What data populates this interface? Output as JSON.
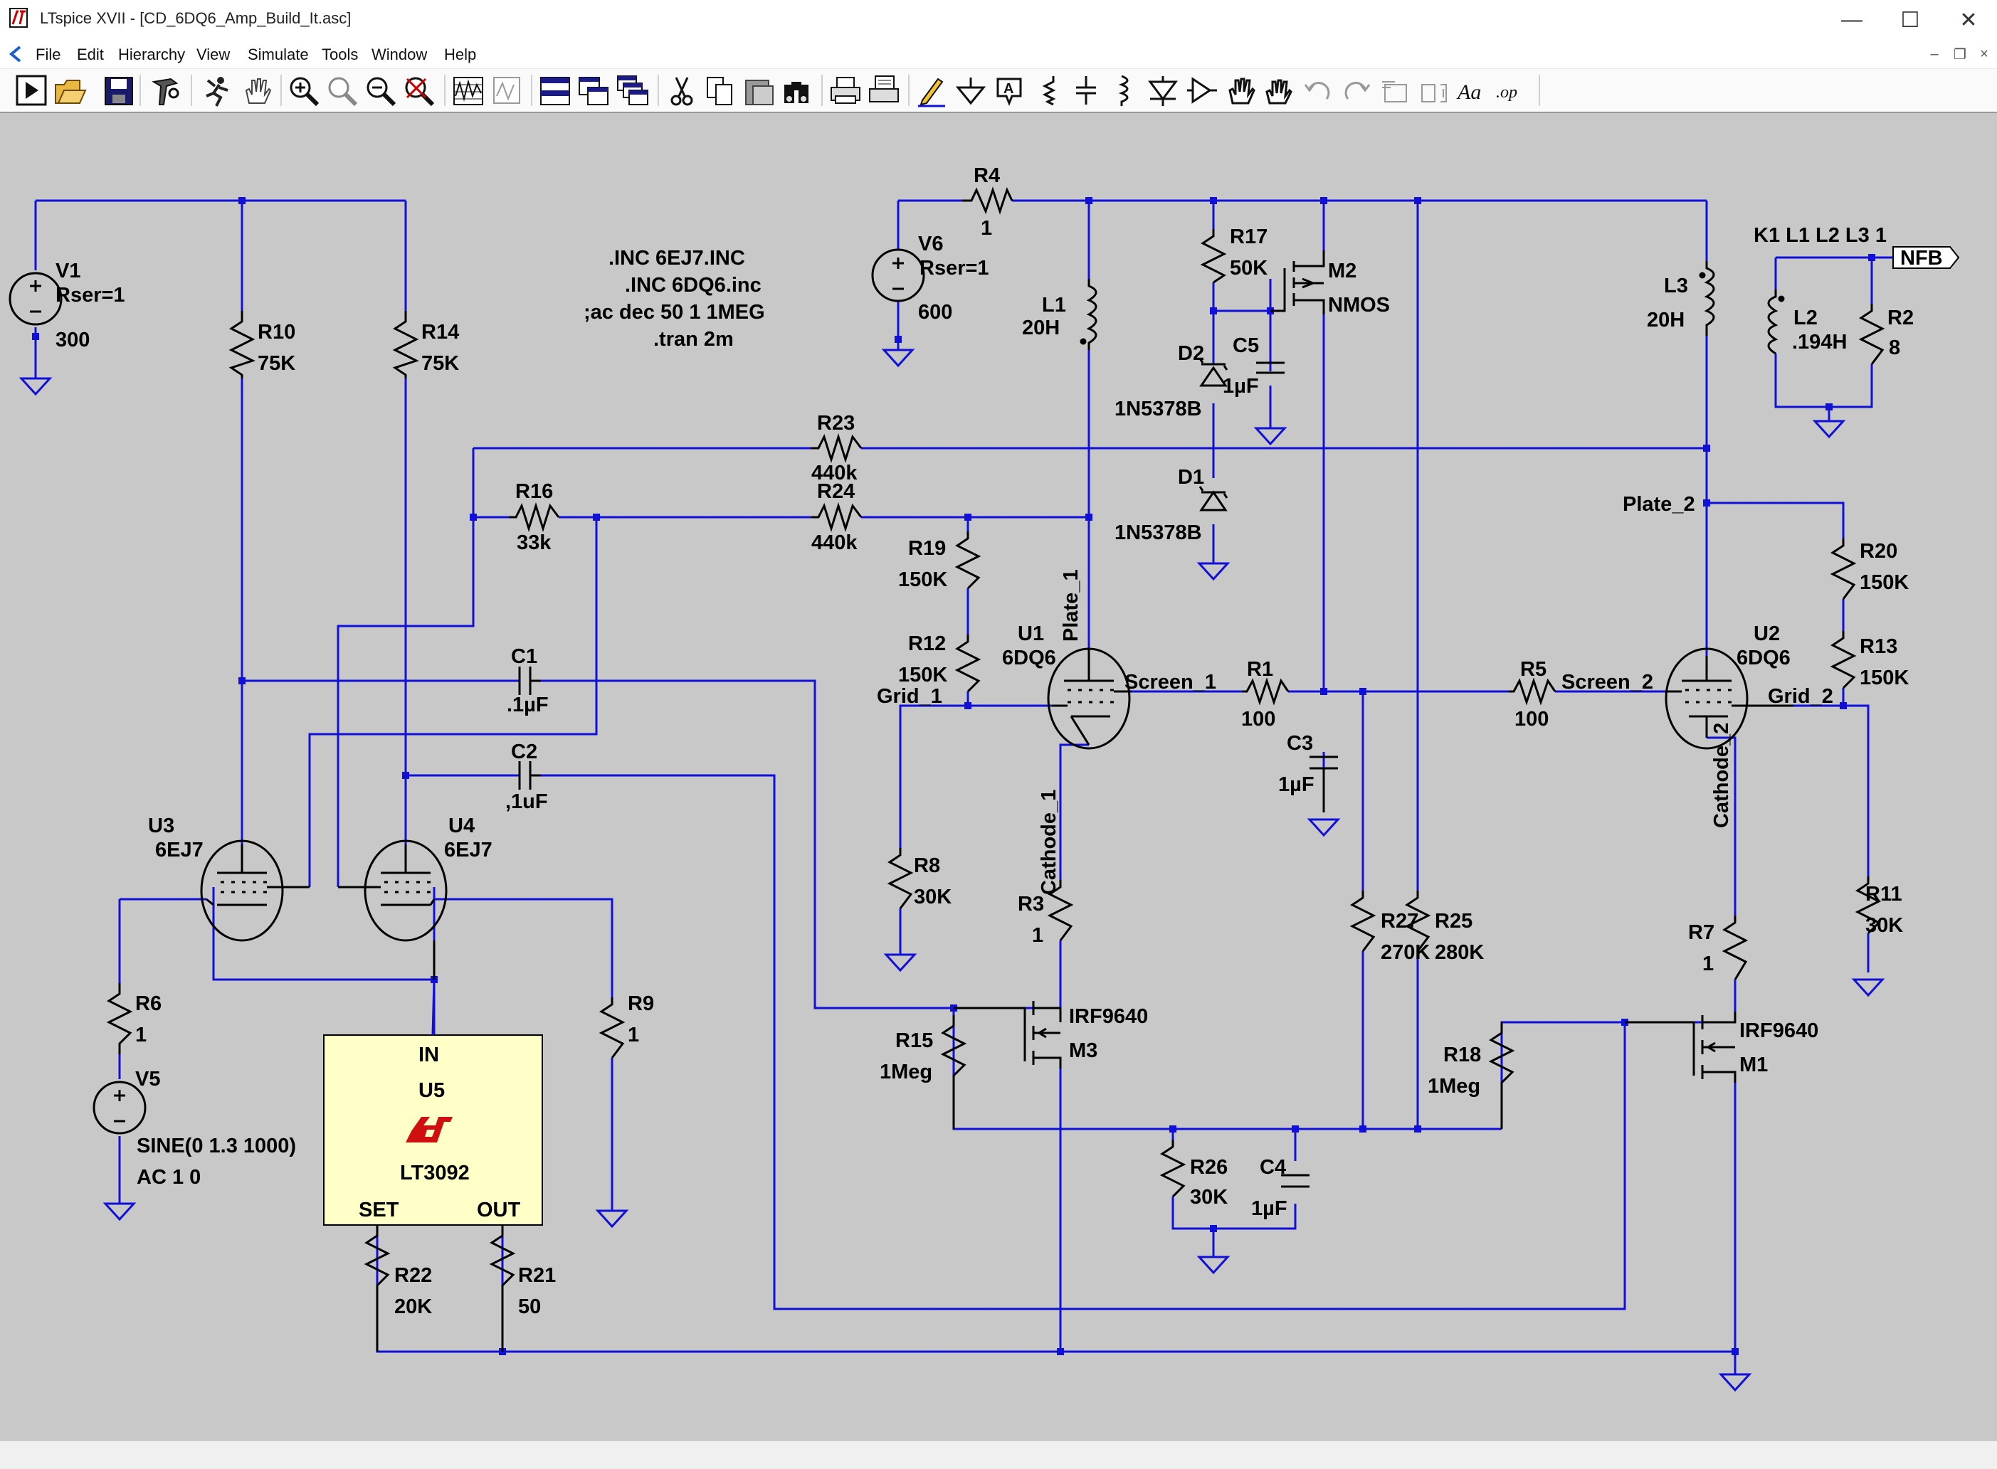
{
  "window": {
    "title": "LTspice XVII - [CD_6DQ6_Amp_Build_It.asc]",
    "minimize": "—",
    "maximize": "☐",
    "close": "✕"
  },
  "menu": [
    "File",
    "Edit",
    "Hierarchy",
    "View",
    "Simulate",
    "Tools",
    "Window",
    "Help"
  ],
  "toolbar_icons": [
    "run-icon",
    "open-icon",
    "save-icon",
    "control-panel-icon",
    "halt-icon",
    "pan-icon",
    "zoom-in-icon",
    "zoom-back-icon",
    "zoom-out-icon",
    "zoom-fit-icon",
    "waveform-icon",
    "cascade-icon",
    "tile-horizontal-icon",
    "tile-vertical-icon",
    "windows-icon",
    "cut-icon",
    "copy-icon",
    "paste-icon",
    "find-icon",
    "print-icon",
    "print-setup-icon",
    "draw-wire-icon",
    "ground-icon",
    "label-net-icon",
    "resistor-icon",
    "capacitor-icon",
    "inductor-icon",
    "diode-icon",
    "component-icon",
    "move-icon",
    "drag-icon",
    "undo-icon",
    "redo-icon",
    "rotate-icon",
    "mirror-icon",
    "text-icon",
    "spice-directive-icon"
  ],
  "directives": [
    ".INC 6EJ7.INC",
    ".INC 6DQ6.inc",
    ";ac dec 50 1 1MEG",
    ".tran 2m"
  ],
  "components": {
    "V1": {
      "name": "V1",
      "param": "Rser=1",
      "value": "300"
    },
    "V6": {
      "name": "V6",
      "param": "Rser=1",
      "value": "600"
    },
    "V5": {
      "name": "V5",
      "value": "SINE(0 1.3 1000)",
      "ac": "AC 1 0"
    },
    "R4": {
      "name": "R4",
      "value": "1"
    },
    "R10": {
      "name": "R10",
      "value": "75K"
    },
    "R14": {
      "name": "R14",
      "value": "75K"
    },
    "R17": {
      "name": "R17",
      "value": "50K"
    },
    "M2": {
      "name": "M2",
      "value": "NMOS"
    },
    "L1": {
      "name": "L1",
      "value": "20H"
    },
    "L3": {
      "name": "L3",
      "value": "20H"
    },
    "L2": {
      "name": "L2",
      "value": ".194H"
    },
    "R2": {
      "name": "R2",
      "value": "8"
    },
    "K1": {
      "text": "K1 L1 L2 L3 1"
    },
    "NFB": {
      "text": "NFB"
    },
    "D2": {
      "name": "D2",
      "value": "1N5378B"
    },
    "D1": {
      "name": "D1",
      "value": "1N5378B"
    },
    "C5": {
      "name": "C5",
      "value": "1µF"
    },
    "R23": {
      "name": "R23",
      "value": "440k"
    },
    "R24": {
      "name": "R24",
      "value": "440k"
    },
    "R16": {
      "name": "R16",
      "value": "33k"
    },
    "R19": {
      "name": "R19",
      "value": "150K"
    },
    "R12": {
      "name": "R12",
      "value": "150K"
    },
    "R20": {
      "name": "R20",
      "value": "150K"
    },
    "R13": {
      "name": "R13",
      "value": "150K"
    },
    "U1": {
      "name": "U1",
      "value": "6DQ6"
    },
    "U2": {
      "name": "U2",
      "value": "6DQ6"
    },
    "U3": {
      "name": "U3",
      "value": "6EJ7"
    },
    "U4": {
      "name": "U4",
      "value": "6EJ7"
    },
    "R1": {
      "name": "R1",
      "value": "100"
    },
    "R5": {
      "name": "R5",
      "value": "100"
    },
    "C1": {
      "name": "C1",
      "value": ".1µF"
    },
    "C2": {
      "name": "C2",
      "value": ",1uF"
    },
    "C3": {
      "name": "C3",
      "value": "1µF"
    },
    "C4": {
      "name": "C4",
      "value": "1µF"
    },
    "R8": {
      "name": "R8",
      "value": "30K"
    },
    "R11": {
      "name": "R11",
      "value": "30K"
    },
    "R3": {
      "name": "R3",
      "value": "1"
    },
    "R7": {
      "name": "R7",
      "value": "1"
    },
    "R27": {
      "name": "R27",
      "value": "270K"
    },
    "R25": {
      "name": "R25",
      "value": "280K"
    },
    "R15": {
      "name": "R15",
      "value": "1Meg"
    },
    "R18": {
      "name": "R18",
      "value": "1Meg"
    },
    "M3": {
      "name": "M3",
      "value": "IRF9640"
    },
    "M1": {
      "name": "M1",
      "value": "IRF9640"
    },
    "R26": {
      "name": "R26",
      "value": "30K"
    },
    "R6": {
      "name": "R6",
      "value": "1"
    },
    "R9": {
      "name": "R9",
      "value": "1"
    },
    "R22": {
      "name": "R22",
      "value": "20K"
    },
    "R21": {
      "name": "R21",
      "value": "50"
    },
    "U5": {
      "name": "U5",
      "part": "LT3092",
      "pin_in": "IN",
      "pin_set": "SET",
      "pin_out": "OUT",
      "logo": "LT"
    }
  },
  "nets": {
    "plate1": "Plate_1",
    "plate2": "Plate_2",
    "screen1": "Screen_1",
    "screen2": "Screen_2",
    "grid1": "Grid_1",
    "grid2": "Grid_2",
    "cathode1": "Cathode_1",
    "cathode2": "Cathode_2"
  },
  "colors": {
    "wire": "#1010d8",
    "canvas": "#c8c8c8",
    "ic_fill": "#ffffc8",
    "lt_logo": "#d01010"
  }
}
